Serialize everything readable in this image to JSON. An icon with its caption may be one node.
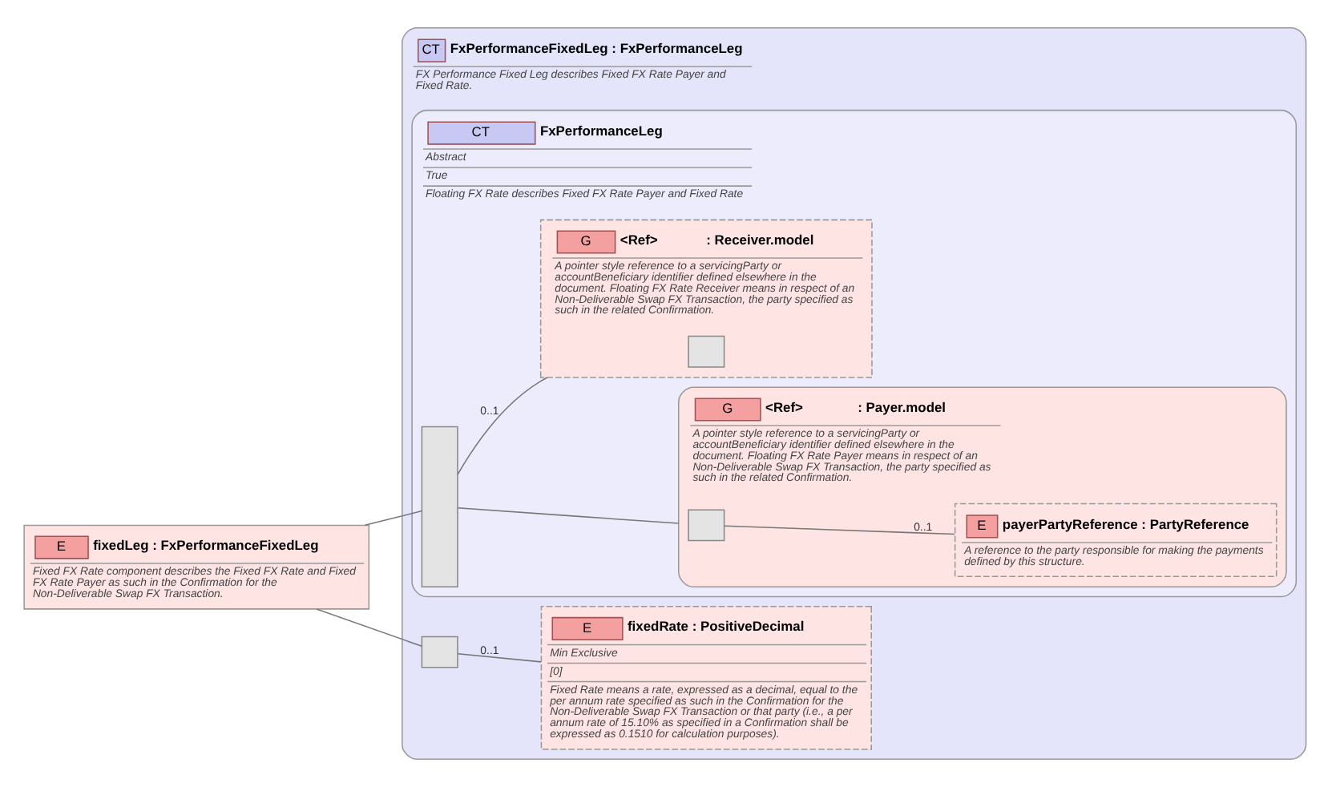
{
  "diagram": {
    "nodes": [
      {
        "text": [
          "E",
          "fixedLeg : FxPerformanceFixedLeg",
          "Fixed FX Rate component describes the Fixed FX Rate and Fixed FX Rate Payer as such in the Confirmation for the Non-Deliverable Swap FX Transaction."
        ]
      },
      {
        "text": [
          "CT",
          "FxPerformanceFixedLeg : FxPerformanceLeg",
          "FX Performance Fixed Leg describes Fixed FX Rate Payer and Fixed Rate."
        ]
      },
      {
        "text": [
          "CT",
          "FxPerformanceLeg",
          "Abstract",
          "True",
          "Floating FX Rate describes Fixed FX Rate Payer and Fixed Rate"
        ],
        "in": 1
      },
      {
        "text": [],
        "shape": "box",
        "in": 2
      },
      {
        "text": [
          "G",
          "<Ref>",
          ": Payer.model",
          "A pointer style reference to a servicingParty or accountBeneficiary identifier defined elsewhere in the document. Floating FX Rate Payer means in respect of an Non-Deliverable Swap FX Transaction, the party specified as such in the related Confirmation."
        ],
        "in": 2
      },
      {
        "text": [],
        "shape": "box",
        "in": 4
      },
      {
        "text": [
          "E",
          "payerPartyReference : PartyReference",
          "A reference to the party responsible for making the payments defined by this structure."
        ],
        "in": 4
      },
      {
        "text": [
          "G",
          "<Ref>",
          ": Receiver.model",
          "A pointer style reference to a servicingParty or accountBeneficiary identifier defined elsewhere in the document. Floating FX Rate Receiver means in respect of an Non-Deliverable Swap FX Transaction, the party specified as such in the related Confirmation."
        ],
        "in": 2
      },
      {
        "text": [],
        "shape": "box",
        "in": 7
      },
      {
        "text": [],
        "shape": "box",
        "in": 1
      },
      {
        "text": [
          "E",
          "fixedRate : PositiveDecimal",
          "Min Exclusive",
          "[0]",
          "Fixed Rate means a rate, expressed as a decimal, equal to the per annum rate specified as such in the Confirmation for the Non-Deliverable Swap FX Transaction or that party (i.e., a per annum rate of 15.10% as specified in a Confirmation shall be expressed as 0.1510 for calculation purposes)."
        ],
        "in": 1
      }
    ],
    "edges": [
      {
        "from": 0,
        "to": 3,
        "arrow": "none"
      },
      {
        "from": 0,
        "to": 9,
        "arrow": "none"
      },
      {
        "from": 3,
        "to": 4,
        "arrow": "none"
      },
      {
        "from": 5,
        "to": 6,
        "arrow": "none",
        "label": "0..1"
      },
      {
        "from": 3,
        "to": 7,
        "arrow": "none",
        "label": "0..1"
      },
      {
        "from": 9,
        "to": 10,
        "arrow": "none",
        "label": "0..1"
      }
    ]
  }
}
